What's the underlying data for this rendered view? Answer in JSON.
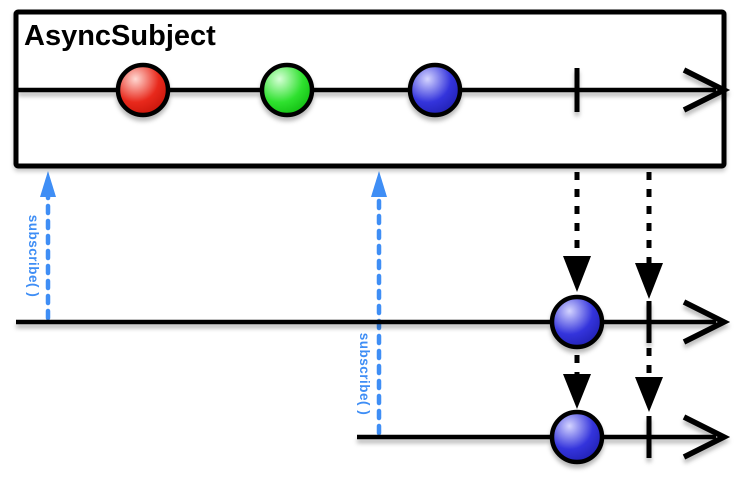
{
  "diagram": {
    "kind": "rx-marble-diagram",
    "operator": "AsyncSubject"
  },
  "source": {
    "title": "AsyncSubject",
    "events": [
      {
        "kind": "next",
        "marble": "red"
      },
      {
        "kind": "next",
        "marble": "green"
      },
      {
        "kind": "next",
        "marble": "blue"
      },
      {
        "kind": "complete"
      }
    ]
  },
  "subscribers": [
    {
      "label": "subscribe( )",
      "events": [
        {
          "kind": "next",
          "marble": "blue"
        },
        {
          "kind": "complete"
        }
      ]
    },
    {
      "label": "subscribe( )",
      "events": [
        {
          "kind": "next",
          "marble": "blue"
        },
        {
          "kind": "complete"
        }
      ]
    }
  ],
  "colors": {
    "line_black": "#000000",
    "subscribe_blue": "#3F8EF5",
    "red_highlight": "#FFD8D2",
    "red_core": "#E8291C",
    "red_edge": "#C01005",
    "green_highlight": "#D6FFD6",
    "green_core": "#2FE12F",
    "green_edge": "#09B409",
    "blue_highlight": "#D4D4FF",
    "blue_core": "#3434DC",
    "blue_edge": "#1B1BA8"
  }
}
